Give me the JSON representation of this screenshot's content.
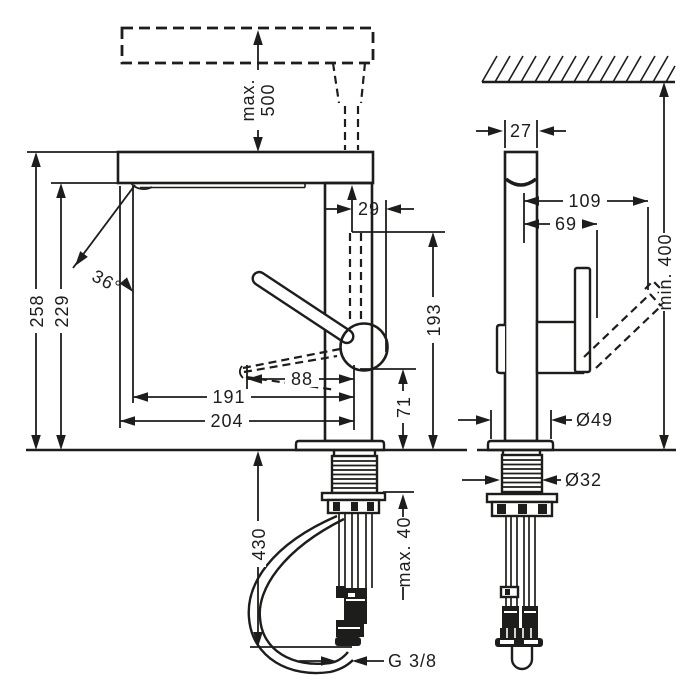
{
  "drawing": {
    "colors": {
      "ink": "#1d1d1b",
      "background": "#ffffff"
    },
    "front_view": {
      "pullout_max_line1": "max.",
      "pullout_max_line2": "500",
      "total_height": "258",
      "spout_underside_height": "229",
      "swivel_angle": "36°",
      "spout_offset": "29",
      "hose_outlet_height": "193",
      "handle_reach": "88",
      "aerator_reach": "191",
      "spout_reach": "204",
      "body_height": "71",
      "hose_length_below_deck": "430",
      "max_deck_thickness": "max. 40",
      "supply_thread": "G 3/8"
    },
    "side_view": {
      "body_width": "27",
      "handle_tilted_reach": "109",
      "handle_upright_reach": "69",
      "clearance_above": "min. 400",
      "base_diameter": "Ø49",
      "mounting_hole_diameter": "Ø32"
    }
  }
}
